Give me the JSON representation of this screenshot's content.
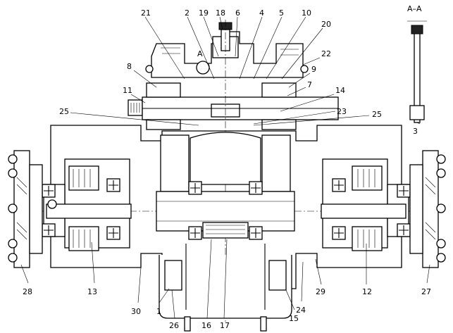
{
  "section_title": "A–A",
  "section_mark": "A",
  "section_part_label": "3",
  "callouts": [
    {
      "id": "c21",
      "text": "21"
    },
    {
      "id": "c2",
      "text": "2"
    },
    {
      "id": "c19",
      "text": "19"
    },
    {
      "id": "c18",
      "text": "18"
    },
    {
      "id": "c6",
      "text": "6"
    },
    {
      "id": "c4",
      "text": "4"
    },
    {
      "id": "c5",
      "text": "5"
    },
    {
      "id": "c10",
      "text": "10"
    },
    {
      "id": "c20",
      "text": "20"
    },
    {
      "id": "c22",
      "text": "22"
    },
    {
      "id": "c8",
      "text": "8"
    },
    {
      "id": "c9",
      "text": "9"
    },
    {
      "id": "c7",
      "text": "7"
    },
    {
      "id": "c11",
      "text": "11"
    },
    {
      "id": "c14",
      "text": "14"
    },
    {
      "id": "c23",
      "text": "23"
    },
    {
      "id": "c25a",
      "text": "25"
    },
    {
      "id": "c25b",
      "text": "25"
    },
    {
      "id": "c28",
      "text": "28"
    },
    {
      "id": "c13",
      "text": "13"
    },
    {
      "id": "c30",
      "text": "30"
    },
    {
      "id": "c1",
      "text": "1"
    },
    {
      "id": "c26",
      "text": "26"
    },
    {
      "id": "c16",
      "text": "16"
    },
    {
      "id": "c17",
      "text": "17"
    },
    {
      "id": "c15",
      "text": "15"
    },
    {
      "id": "c24",
      "text": "24"
    },
    {
      "id": "c29",
      "text": "29"
    },
    {
      "id": "c12",
      "text": "12"
    },
    {
      "id": "c27",
      "text": "27"
    }
  ]
}
